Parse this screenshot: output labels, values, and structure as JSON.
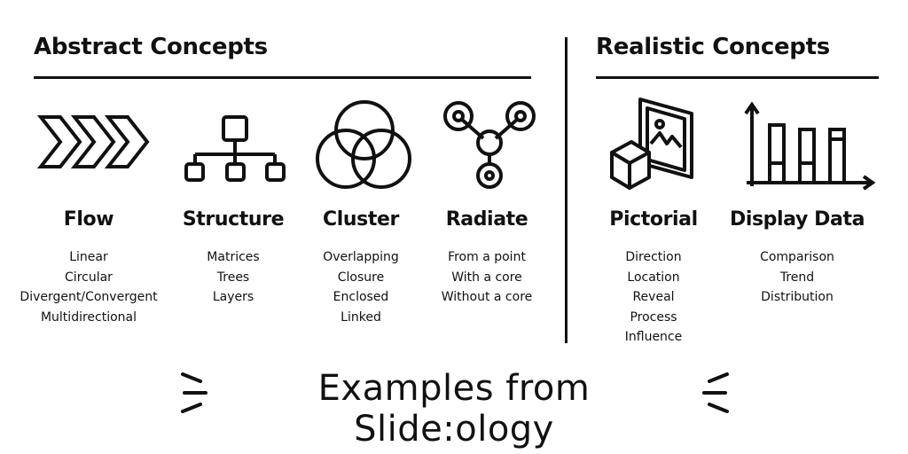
{
  "sections": {
    "abstract_title": "Abstract Concepts",
    "realistic_title": "Realistic Concepts"
  },
  "categories": [
    {
      "title": "Flow",
      "icon": "chevrons-icon",
      "items": [
        "Linear",
        "Circular",
        "Divergent/Convergent",
        "Multidirectional"
      ]
    },
    {
      "title": "Structure",
      "icon": "hierarchy-icon",
      "items": [
        "Matrices",
        "Trees",
        "Layers"
      ]
    },
    {
      "title": "Cluster",
      "icon": "venn-icon",
      "items": [
        "Overlapping",
        "Closure",
        "Enclosed",
        "Linked"
      ]
    },
    {
      "title": "Radiate",
      "icon": "network-nodes-icon",
      "items": [
        "From a point",
        "With a core",
        "Without a core"
      ]
    },
    {
      "title": "Pictorial",
      "icon": "picture-cube-icon",
      "items": [
        "Direction",
        "Location",
        "Reveal",
        "Process",
        "Influence"
      ]
    },
    {
      "title": "Display Data",
      "icon": "bar-chart-icon",
      "items": [
        "Comparison",
        "Trend",
        "Distribution"
      ]
    }
  ],
  "footer": "Examples from Slide:ology"
}
